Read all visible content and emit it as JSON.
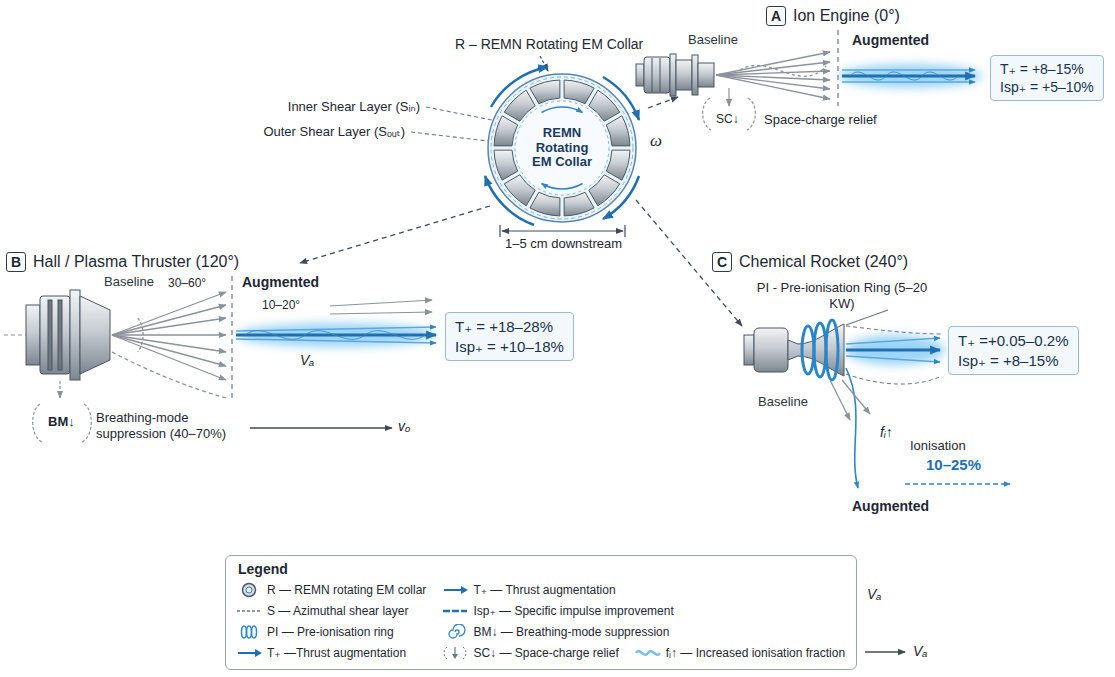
{
  "diagram": {
    "nodes": [
      {
        "text": [
          "A",
          "Ion Engine (0°)"
        ]
      },
      {
        "text": [
          "T₊ = +8–15%",
          "Isp₊ = +5–10%"
        ]
      },
      {
        "text": [
          "REMN Rotating EM Collar"
        ]
      },
      {
        "text": [
          "B",
          "Hall / Plasma Thruster (120°)"
        ]
      },
      {
        "text": [
          "C",
          "Chemical Rocket (240°)"
        ]
      },
      {
        "text": [
          "T₊ =+0.05–0.2%",
          "Isp₊ = +8–15%"
        ]
      },
      {
        "text": [
          "T₊ = +18–28%",
          "Isp₊ = +10–18%"
        ]
      }
    ],
    "labels": [
      "Baseline",
      "Augmented",
      "R – REMN Rotating EM Collar",
      "Inner Shear Layer (Sᵢₙ)",
      "ω",
      "Outer Shear Layer (Sₒᵤₜ)",
      "SC↓",
      "Space-charge relief",
      "1–5 cm downstream",
      "Baseline",
      "Augmented",
      "PI - Pre-ionisation Ring (5–20 KW)",
      "30–60°",
      "10–20°",
      "Vₐ",
      "Baseline",
      "fᵢ↑",
      "Ionisation",
      "BM↓",
      "Breathing-mode suppression (40–70%)",
      "vₒ",
      "10–25%",
      "Augmented",
      "Legend",
      "Vₐ",
      "Vₐ"
    ],
    "legend": [
      {
        "text": "R — REMN rotating EM collar"
      },
      {
        "text": "T₊ — Thrust augmentation"
      },
      {
        "text": "S — Azimuthal shear layer"
      },
      {
        "text": "Isp₊ — Specific impulse improvement"
      },
      {
        "text": "PI — Pre-ionisation ring"
      },
      {
        "text": "BM↓ — Breathing-mode suppression"
      },
      {
        "text": "T₊ —Thrust augmentation"
      },
      {
        "text": "SC↓ — Space-charge relief"
      },
      {
        "text": "fᵢ↑ — Increased ionisation fraction"
      }
    ]
  }
}
